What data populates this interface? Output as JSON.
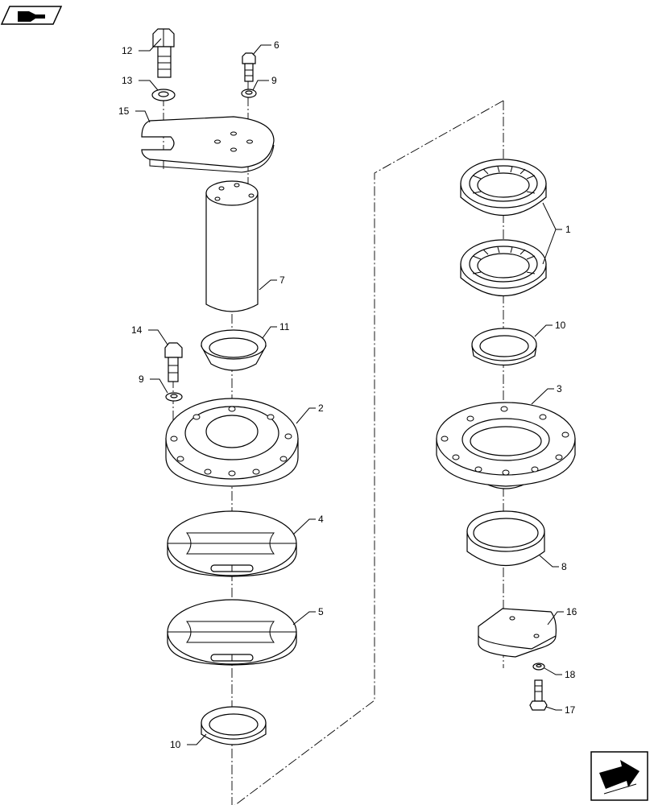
{
  "labels": {
    "l1": "1",
    "l2": "2",
    "l3": "3",
    "l4": "4",
    "l5": "5",
    "l6": "6",
    "l7": "7",
    "l8": "8",
    "l9a": "9",
    "l9b": "9",
    "l10a": "10",
    "l10b": "10",
    "l11": "11",
    "l12": "12",
    "l13": "13",
    "l14": "14",
    "l15": "15",
    "l16": "16",
    "l17": "17",
    "l18": "18"
  },
  "icons": {
    "top_left": "hand-pointer-icon",
    "bottom_right": "next-arrow-icon"
  }
}
